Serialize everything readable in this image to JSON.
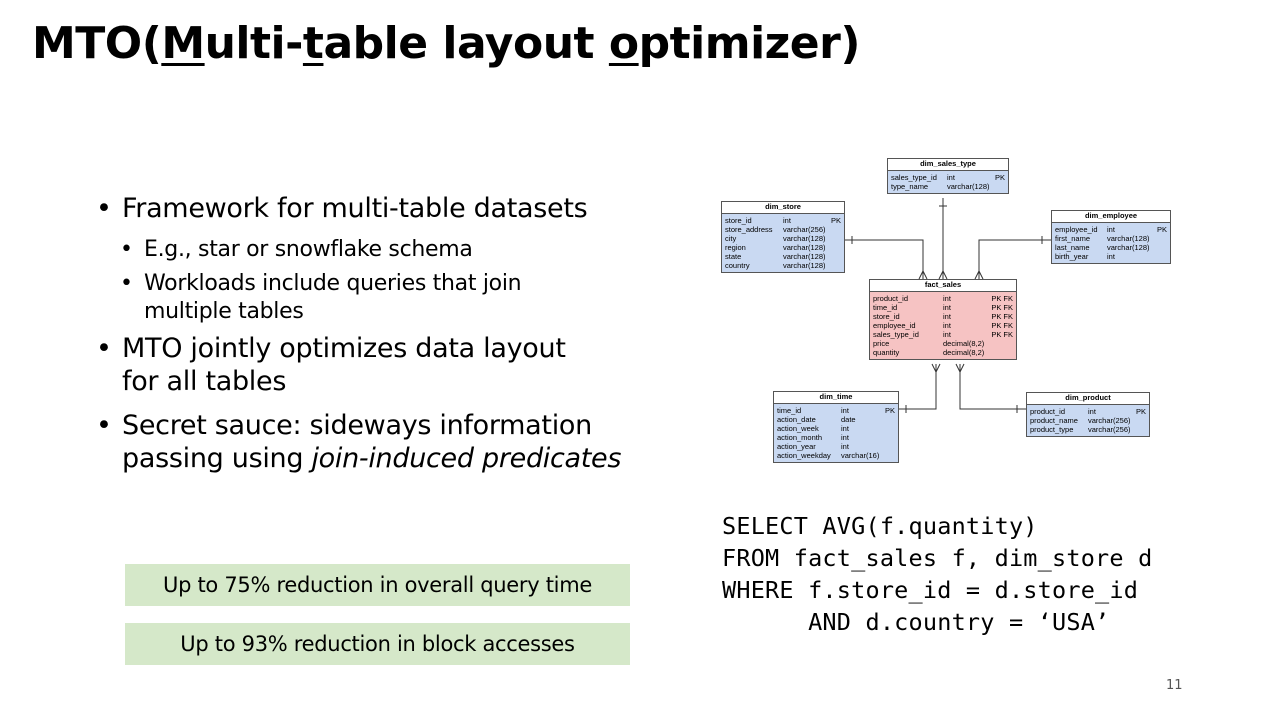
{
  "slide": {
    "title_parts": [
      "MTO(",
      "M",
      "ulti-",
      "t",
      "able layout ",
      "o",
      "ptimizer)"
    ],
    "bullets": {
      "b1": "Framework for multi-table datasets",
      "b1_sub1": "E.g., star or snowflake schema",
      "b1_sub2": "Workloads include queries that join multiple tables",
      "b2": "MTO jointly optimizes data layout for all tables",
      "b3_plain": "Secret sauce: sideways information passing using ",
      "b3_italic": "join-induced predicates"
    },
    "boxes": {
      "box1": "Up to 75% reduction in overall query time",
      "box2": "Up to 93% reduction in block accesses"
    },
    "sql": [
      "SELECT AVG(f.quantity)",
      "FROM fact_sales f, dim_store d",
      "WHERE f.store_id = d.store_id",
      "      AND d.country = ‘USA’"
    ],
    "page_number": "11"
  },
  "diagram": {
    "dim_sales_type": {
      "name": "dim_sales_type",
      "rows": [
        [
          "sales_type_id",
          "int",
          "PK"
        ],
        [
          "type_name",
          "varchar(128)",
          ""
        ]
      ]
    },
    "dim_store": {
      "name": "dim_store",
      "rows": [
        [
          "store_id",
          "int",
          "PK"
        ],
        [
          "store_address",
          "varchar(256)",
          ""
        ],
        [
          "city",
          "varchar(128)",
          ""
        ],
        [
          "region",
          "varchar(128)",
          ""
        ],
        [
          "state",
          "varchar(128)",
          ""
        ],
        [
          "country",
          "varchar(128)",
          ""
        ]
      ]
    },
    "dim_employee": {
      "name": "dim_employee",
      "rows": [
        [
          "employee_id",
          "int",
          "PK"
        ],
        [
          "first_name",
          "varchar(128)",
          ""
        ],
        [
          "last_name",
          "varchar(128)",
          ""
        ],
        [
          "birth_year",
          "int",
          ""
        ]
      ]
    },
    "fact_sales": {
      "name": "fact_sales",
      "rows": [
        [
          "product_id",
          "int",
          "PK FK"
        ],
        [
          "time_id",
          "int",
          "PK FK"
        ],
        [
          "store_id",
          "int",
          "PK FK"
        ],
        [
          "employee_id",
          "int",
          "PK FK"
        ],
        [
          "sales_type_id",
          "int",
          "PK FK"
        ],
        [
          "price",
          "decimal(8,2)",
          ""
        ],
        [
          "quantity",
          "decimal(8,2)",
          ""
        ]
      ]
    },
    "dim_time": {
      "name": "dim_time",
      "rows": [
        [
          "time_id",
          "int",
          "PK"
        ],
        [
          "action_date",
          "date",
          ""
        ],
        [
          "action_week",
          "int",
          ""
        ],
        [
          "action_month",
          "int",
          ""
        ],
        [
          "action_year",
          "int",
          ""
        ],
        [
          "action_weekday",
          "varchar(16)",
          ""
        ]
      ]
    },
    "dim_product": {
      "name": "dim_product",
      "rows": [
        [
          "product_id",
          "int",
          "PK"
        ],
        [
          "product_name",
          "varchar(256)",
          ""
        ],
        [
          "product_type",
          "varchar(256)",
          ""
        ]
      ]
    }
  }
}
